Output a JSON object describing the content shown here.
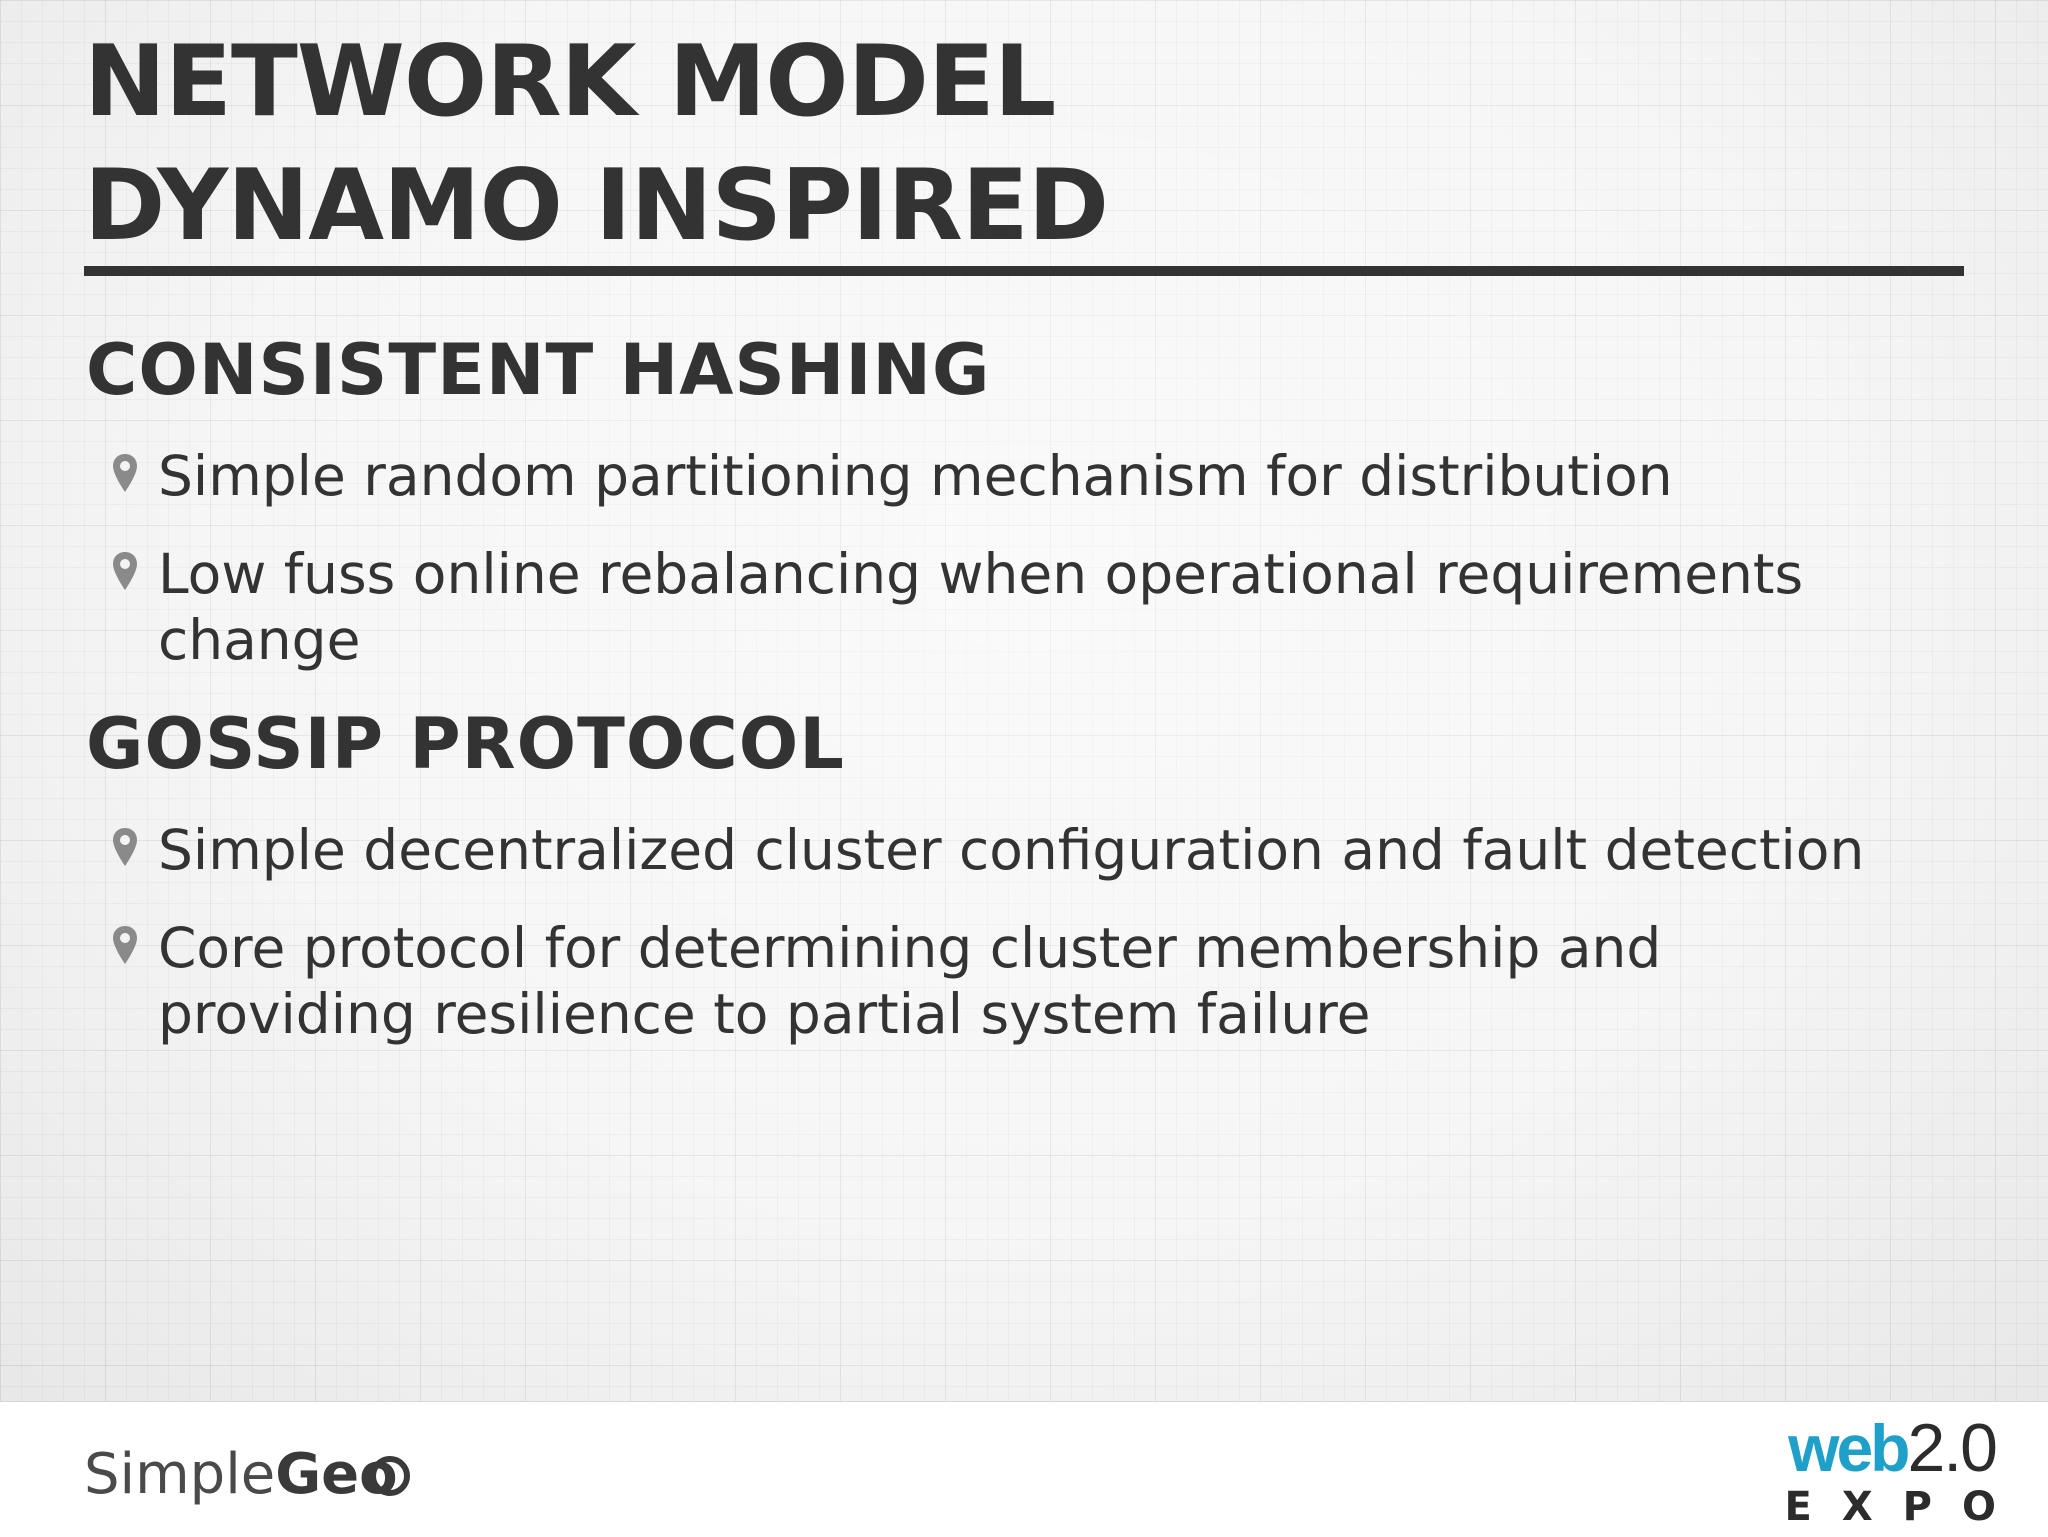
{
  "slide": {
    "title_line1": "NETWORK MODEL",
    "title_line2": "DYNAMO INSPIRED",
    "sections": [
      {
        "heading": "CONSISTENT HASHING",
        "bullets": [
          "Simple random partitioning mechanism for distribution",
          "Low fuss online rebalancing when operational requirements change"
        ]
      },
      {
        "heading": "GOSSIP PROTOCOL",
        "bullets": [
          "Simple decentralized cluster configuration and fault detection",
          "Core protocol for determining cluster membership and providing resilience to partial system failure"
        ]
      }
    ]
  },
  "footer": {
    "simplegeo_logo": {
      "part1": "Simple",
      "part2": "Geo"
    },
    "expo_logo": {
      "web": "web",
      "version": "2.0",
      "expo": "EXPO"
    }
  },
  "colors": {
    "text": "#333333",
    "pin": "#8a8a8a",
    "web_blue": "#1fa0c8"
  },
  "icons": {
    "bullet": "map-pin-icon",
    "simplegeo_mark": "compass-icon"
  }
}
